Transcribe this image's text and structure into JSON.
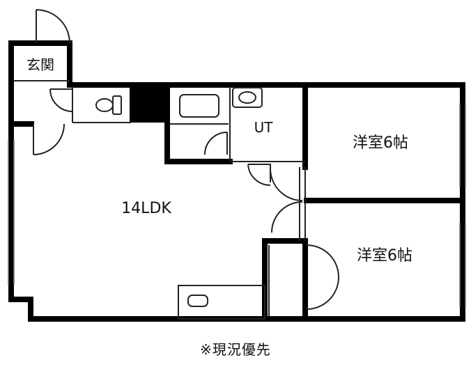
{
  "rooms": {
    "entrance": "玄関",
    "ldk": "14LDK",
    "utility": "UT",
    "western_room_1": "洋室6帖",
    "western_room_2": "洋室6帖"
  },
  "footnote": "※現況優先",
  "colors": {
    "wall": "#000000",
    "line": "#222222",
    "window": "#777777",
    "background": "#ffffff"
  }
}
